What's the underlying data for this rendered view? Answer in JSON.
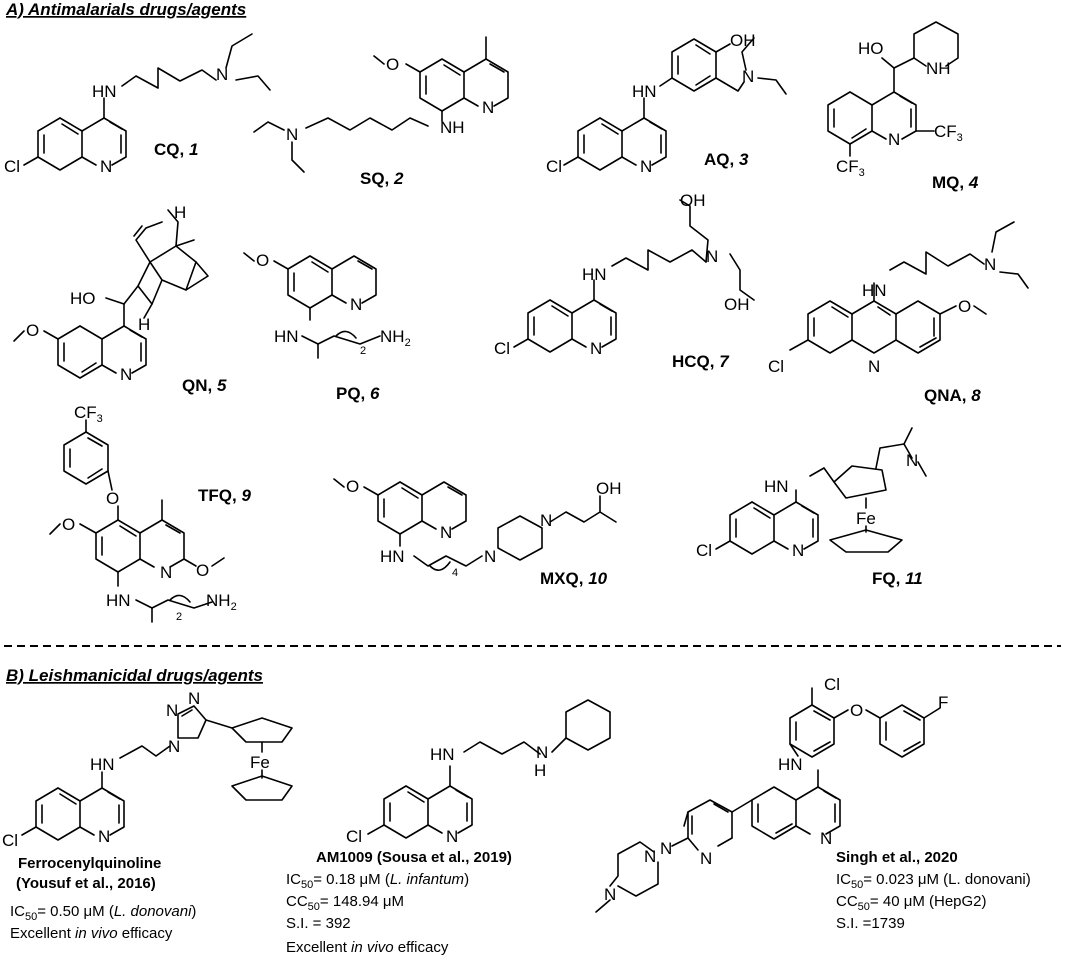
{
  "sections": {
    "a_title": "A) Antimalarials drugs/agents",
    "b_title": "B) Leishmanicidal drugs/agents"
  },
  "compounds": [
    {
      "id": "cq",
      "label": "CQ,",
      "number": "1"
    },
    {
      "id": "sq",
      "label": "SQ,",
      "number": "2"
    },
    {
      "id": "aq",
      "label": "AQ,",
      "number": "3"
    },
    {
      "id": "mq",
      "label": "MQ,",
      "number": "4"
    },
    {
      "id": "qn",
      "label": "QN,",
      "number": "5"
    },
    {
      "id": "pq",
      "label": "PQ,",
      "number": "6"
    },
    {
      "id": "hcq",
      "label": "HCQ,",
      "number": "7"
    },
    {
      "id": "qna",
      "label": "QNA,",
      "number": "8"
    },
    {
      "id": "tfq",
      "label": "TFQ,",
      "number": "9"
    },
    {
      "id": "mxq",
      "label": "MXQ,",
      "number": "10"
    },
    {
      "id": "fq",
      "label": "FQ,",
      "number": "11"
    }
  ],
  "leish": {
    "ferro": {
      "name": "Ferrocenylquinoline",
      "ref": "(Yousuf et al., 2016)",
      "ic50": "= 0.50 μM (",
      "ic50_org": "L. donovani",
      "close": ")",
      "efficacy_a": "Excellent ",
      "efficacy_i": "in vivo",
      "efficacy_b": " efficacy"
    },
    "am1009": {
      "name": "AM1009 (Sousa et al., 2019)",
      "ic50": "= 0.18 μM (",
      "ic50_org": "L. infantum",
      "close": ")",
      "cc50": "=  148.94 μM",
      "si": "S.I. = 392",
      "efficacy_a": "Excellent ",
      "efficacy_i": "in vivo",
      "efficacy_b": " efficacy"
    },
    "singh": {
      "name": "Singh et al., 2020",
      "ic50": "= 0.023 μM (L. donovani)",
      "cc50": "=  40 μM (HepG2)",
      "si": "S.I. =1739"
    }
  },
  "atoms": {
    "ic": "IC",
    "cc": "CC",
    "sub50": "50",
    "cl": "Cl",
    "n": "N",
    "hn": "HN",
    "nh": "NH",
    "ho": "HO",
    "oh": "OH",
    "o": "O",
    "h": "H",
    "f": "F",
    "fe": "Fe",
    "cf3": "CF",
    "three": "3",
    "nh2": "NH",
    "two": "2",
    "four": "4"
  }
}
